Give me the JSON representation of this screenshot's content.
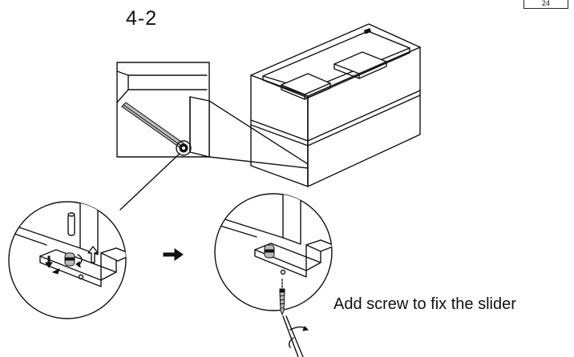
{
  "step": {
    "label": "4-2"
  },
  "page": {
    "number": "24"
  },
  "caption": {
    "text": "Add screw to fix the slider"
  },
  "icons": {
    "cabinet": "cabinet-icon",
    "arrow": "right-arrow-icon",
    "screw": "screw-icon",
    "rotate": "rotate-arrow-icon"
  }
}
